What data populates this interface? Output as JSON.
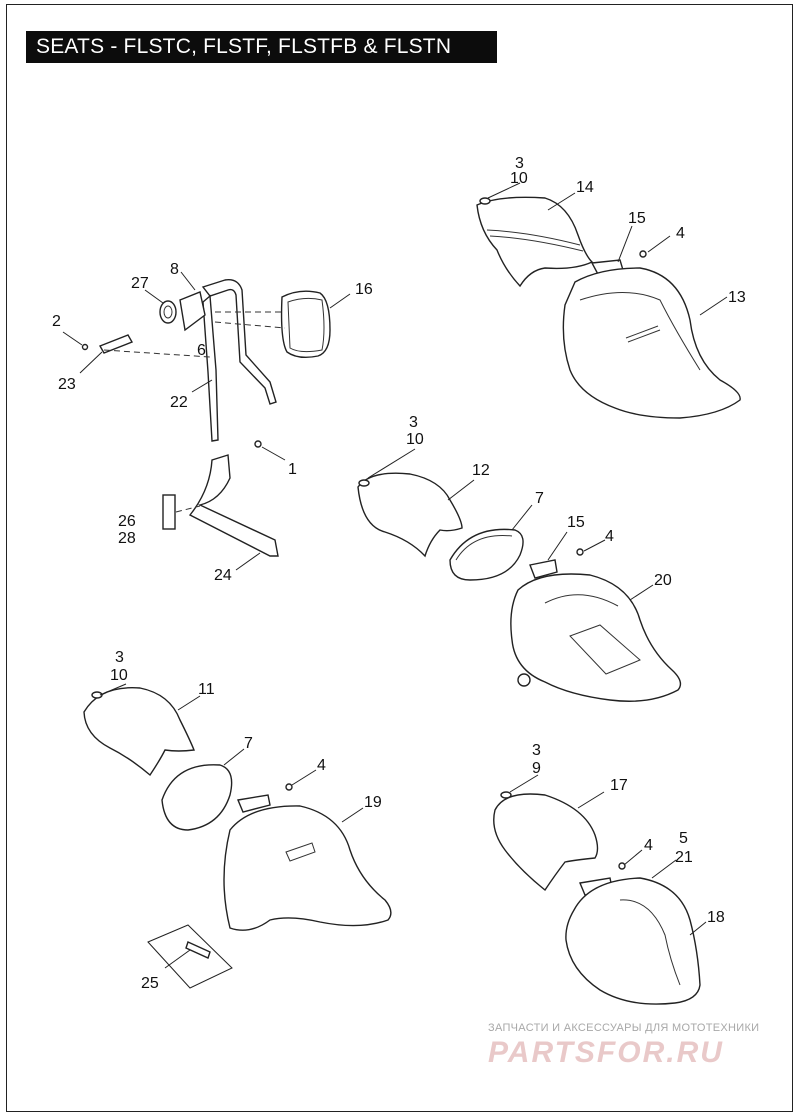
{
  "header": {
    "title": "SEATS - FLSTC, FLSTF, FLSTFB & FLSTN"
  },
  "callouts": {
    "c1": "1",
    "c2": "2",
    "c3a": "3",
    "c10a": "10",
    "c14": "14",
    "c15a": "15",
    "c4a": "4",
    "c13": "13",
    "c8": "8",
    "c27": "27",
    "c16": "16",
    "c6": "6",
    "c23": "23",
    "c22": "22",
    "c3b": "3",
    "c10b": "10",
    "c12": "12",
    "c7a": "7",
    "c15b": "15",
    "c4b": "4",
    "c20": "20",
    "c26": "26",
    "c28": "28",
    "c24": "24",
    "c3c": "3",
    "c10c": "10",
    "c11": "11",
    "c7b": "7",
    "c4c": "4",
    "c19": "19",
    "c25": "25",
    "c3d": "3",
    "c9": "9",
    "c17": "17",
    "c4d": "4",
    "c5": "5",
    "c21": "21",
    "c18": "18"
  },
  "watermark": {
    "caption": "ЗАПЧАСТИ И АКСЕССУАРЫ ДЛЯ МОТОТЕХНИКИ",
    "logo": "PARTSFOR.RU"
  }
}
